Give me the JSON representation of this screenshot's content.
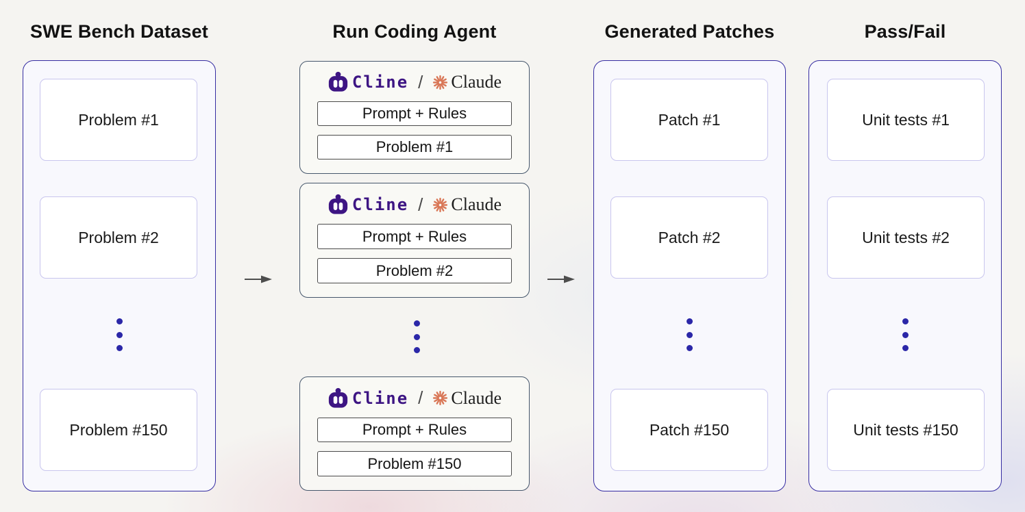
{
  "columns": {
    "dataset": {
      "title": "SWE Bench Dataset",
      "items": [
        "Problem #1",
        "Problem #2",
        "Problem #150"
      ]
    },
    "agent": {
      "title": "Run Coding Agent",
      "logo": {
        "cline": "Cline",
        "separator": "/",
        "claude": "Claude"
      },
      "cards": [
        {
          "top": "Prompt + Rules",
          "bottom": "Problem #1"
        },
        {
          "top": "Prompt + Rules",
          "bottom": "Problem #2"
        },
        {
          "top": "Prompt + Rules",
          "bottom": "Problem #150"
        }
      ]
    },
    "patches": {
      "title": "Generated Patches",
      "items": [
        "Patch #1",
        "Patch #2",
        "Patch #150"
      ]
    },
    "passfail": {
      "title": "Pass/Fail",
      "items": [
        "Unit tests #1",
        "Unit tests #2",
        "Unit tests #150"
      ]
    }
  },
  "icons": {
    "cline": "cline-robot-icon",
    "claude": "claude-starburst-icon",
    "arrow": "arrow-right-icon",
    "ellipsis": "ellipsis-dots-icon"
  },
  "colors": {
    "panel_border_indigo": "#352ca2",
    "panel_fill_lavender": "#f8f8fd",
    "item_border_lavender": "#c8c5ee",
    "card_border_slate": "#45566b",
    "cline_purple": "#3d1583",
    "claude_coral": "#d97757",
    "dot_indigo": "#2b27a8",
    "arrow_gray": "#4d4d4d",
    "heading_black": "#121212"
  }
}
